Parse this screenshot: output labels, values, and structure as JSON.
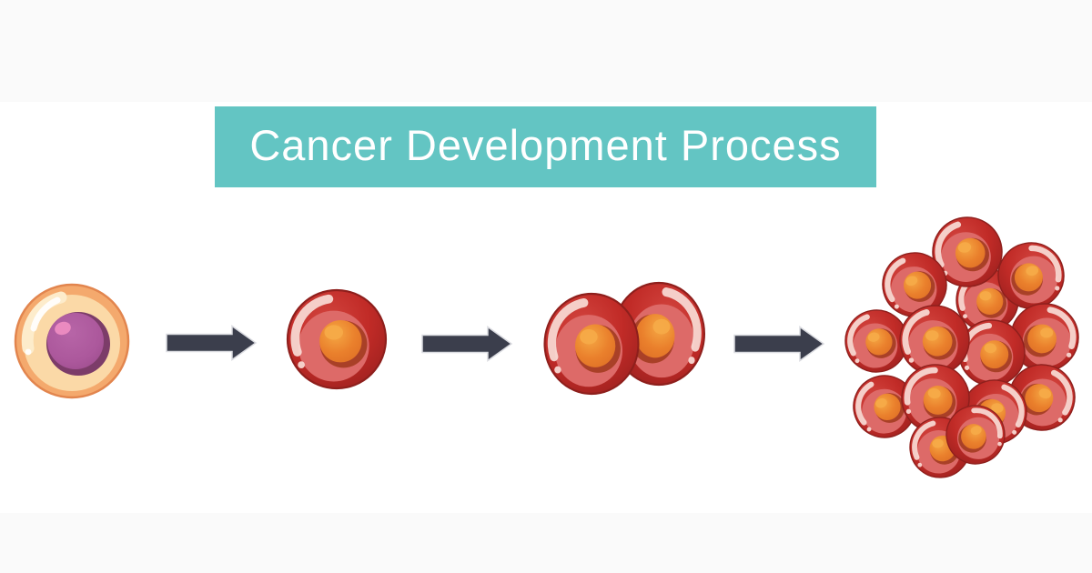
{
  "title_banner": {
    "label": "Cancer Development Process",
    "bg_color": "#63c5c3",
    "text_color": "#ffffff"
  },
  "diagram": {
    "type": "process-flow",
    "stages": [
      {
        "step": 1,
        "illustration": "normal-cell"
      },
      {
        "step": 2,
        "illustration": "single-cancer-cell"
      },
      {
        "step": 3,
        "illustration": "dividing-cancer-cells"
      },
      {
        "step": 4,
        "illustration": "tumor-cell-cluster"
      }
    ],
    "arrow": {
      "glyph": "arrow-right-icon",
      "color": "#3b3e4c",
      "count": 3
    }
  },
  "palette": {
    "background": "#ffffff",
    "normal_cell_rim": "#f2a569",
    "normal_cell_body": "#fbd9a7",
    "normal_cell_nucleus": "#ae5a9e",
    "normal_cell_nucleus_ring": "#7c3c69",
    "cancer_cell_body": "#c12b27",
    "cancer_cell_inner": "#dd6a68",
    "cancer_cell_nucleus": "#e87c2b",
    "cancer_cell_gloss": "#f8dcd6"
  }
}
